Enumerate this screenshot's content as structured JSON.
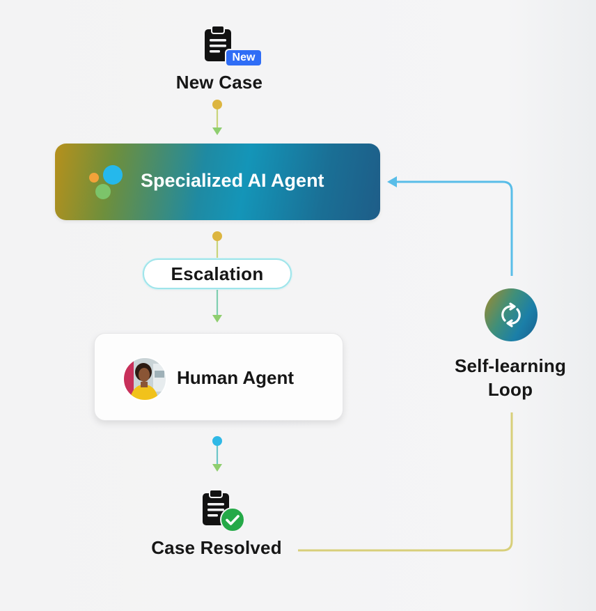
{
  "nodes": {
    "new_case": {
      "label": "New Case",
      "badge": "New"
    },
    "ai_agent": {
      "label": "Specialized AI Agent"
    },
    "escalation": {
      "label": "Escalation"
    },
    "human_agent": {
      "label": "Human Agent"
    },
    "case_resolved": {
      "label": "Case Resolved"
    },
    "loop": {
      "label_line1": "Self-learning",
      "label_line2": "Loop"
    }
  },
  "icons": {
    "new_case": "clipboard-icon",
    "new_badge": "new-badge",
    "ai_agent": "ai-dots-logo-icon",
    "human_agent": "human-avatar",
    "case_resolved": "clipboard-icon",
    "resolved_badge": "check-icon",
    "loop": "refresh-icon"
  },
  "colors": {
    "connector_yellow": "#d9b646",
    "connector_green": "#8fce6f",
    "connector_blue": "#3bb8e8",
    "loop_line_blue": "#59bde8",
    "loop_line_yellow": "#d8cf7a",
    "new_badge": "#2f6df6",
    "check_badge": "#25a948"
  }
}
